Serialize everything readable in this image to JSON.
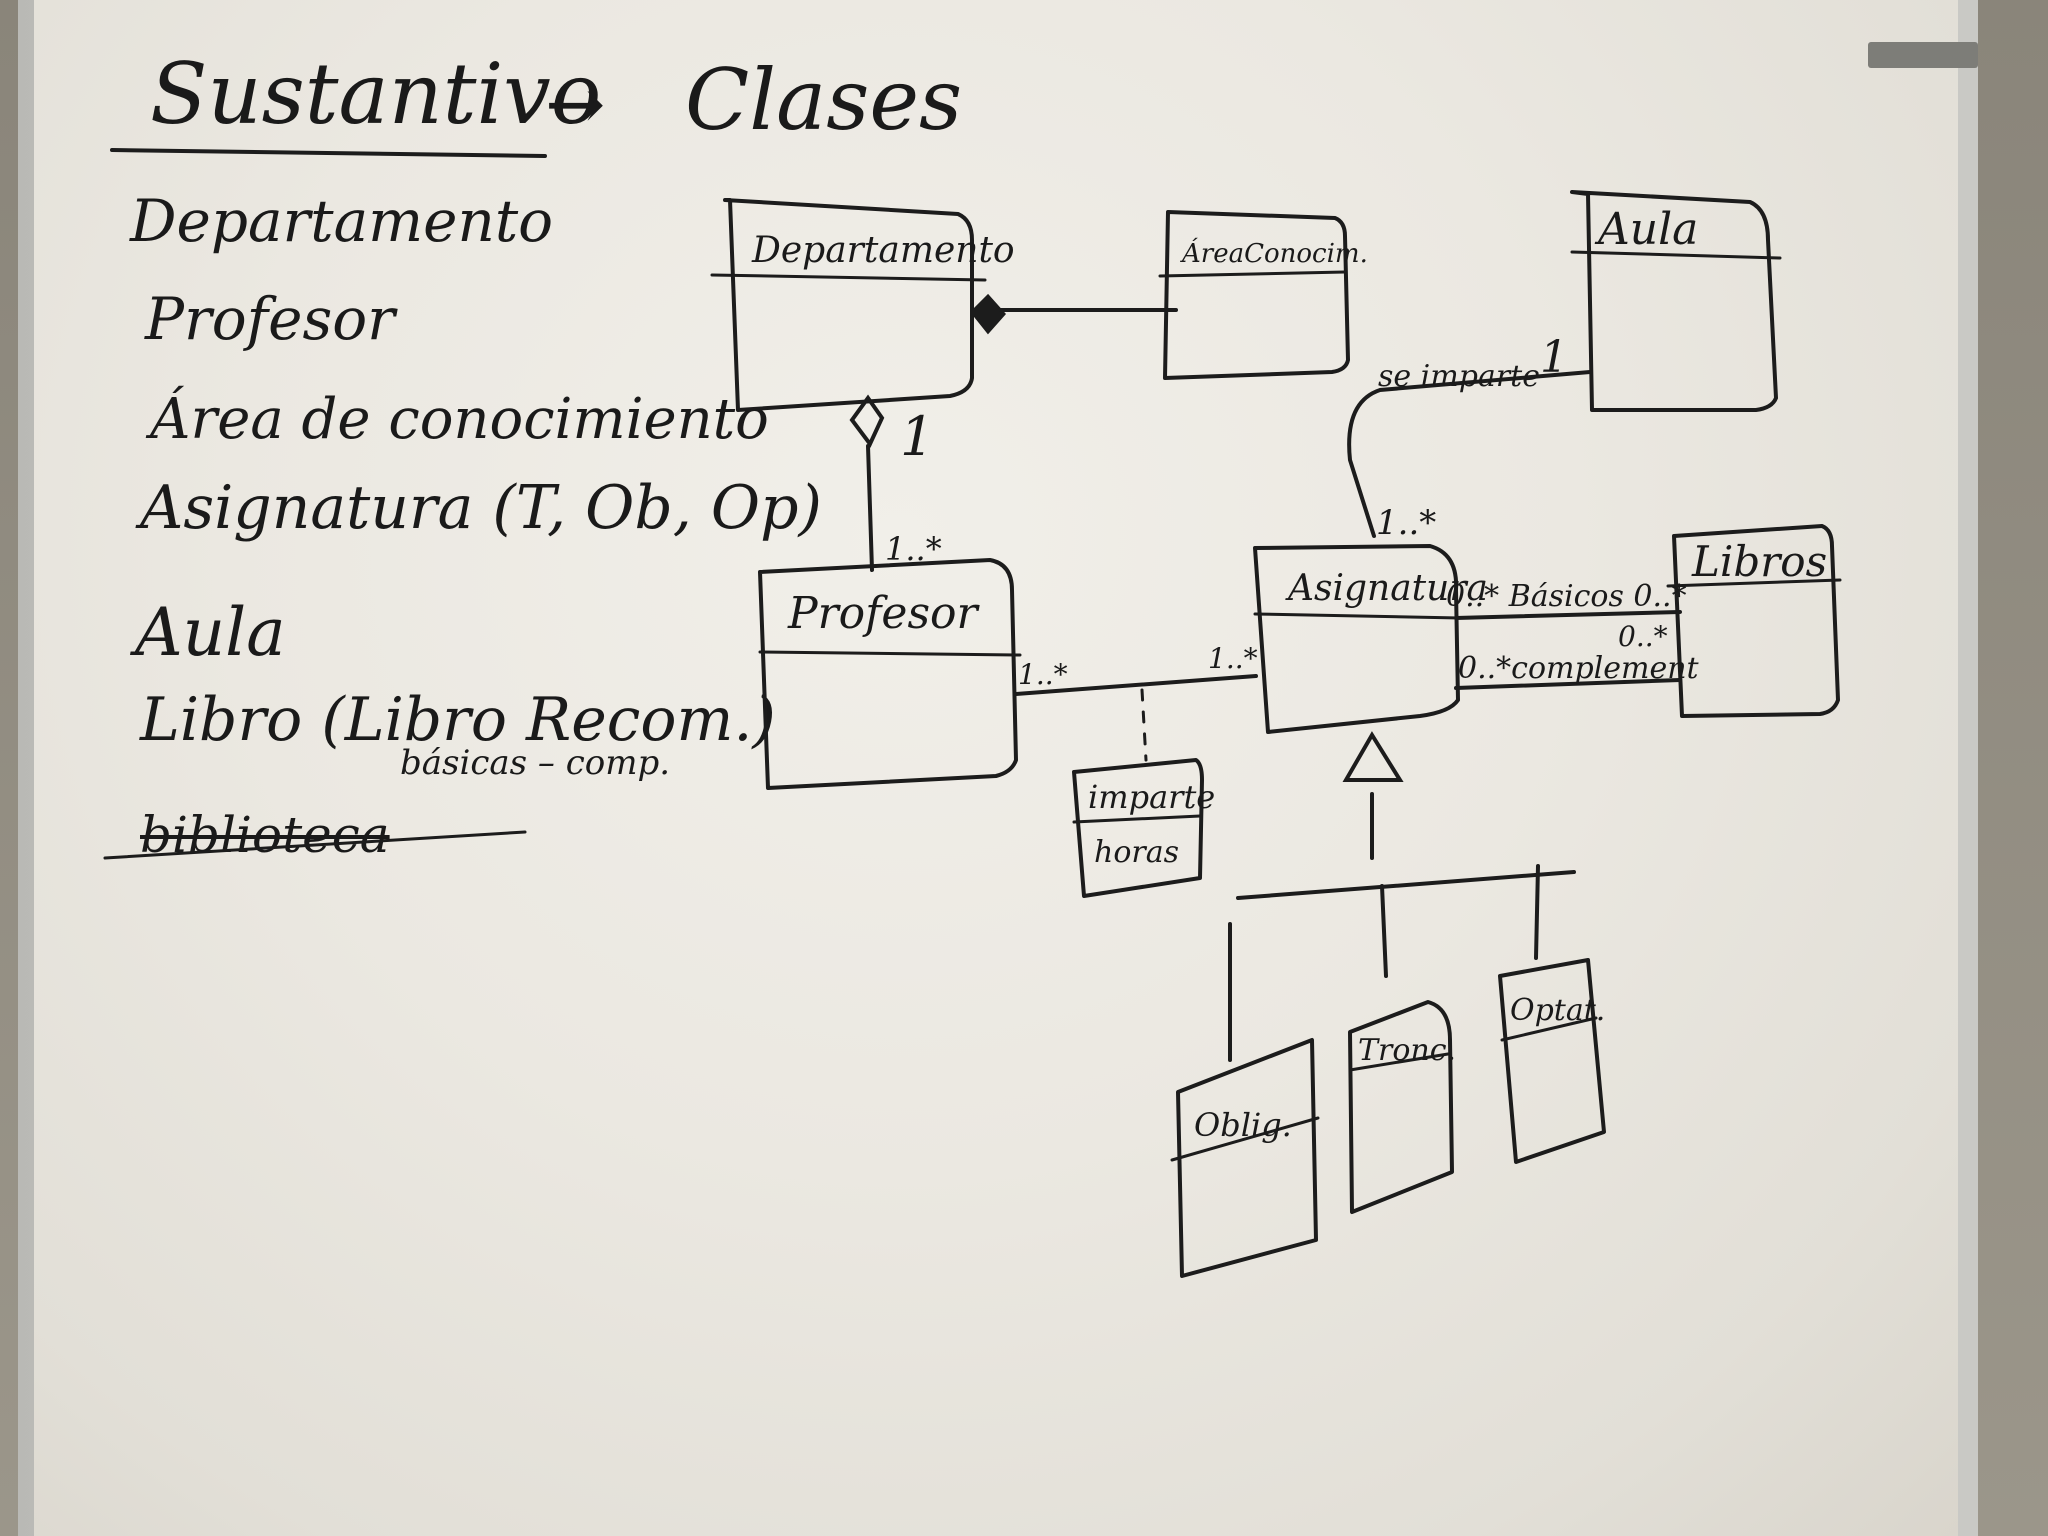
{
  "board": {
    "title": "Sustantivo",
    "arrow": "→",
    "title_target": "Clases",
    "list": [
      "Departamento",
      "Profesor",
      "Área de conocimiento",
      "Asignatura (T, Ob, Op)",
      "Aula",
      "Libro (Libro Recom.)",
      "básicas – comp.",
      "biblioteca"
    ]
  },
  "diagram": {
    "classes": {
      "departamento": "Departamento",
      "area": "ÁreaConocim.",
      "aula": "Aula",
      "profesor": "Profesor",
      "asignatura": "Asignatura",
      "libros": "Libros",
      "imparte_class": "imparte",
      "imparte_attr": "horas",
      "oblig": "Oblig.",
      "tronc": "Tronc.",
      "optat": "Optat."
    },
    "labels": {
      "dept_mult": "1",
      "prof_mult": "1..*",
      "assoc_prof_mult": "1..*",
      "assoc_asig_mult": "1..*",
      "se_imparte": "se imparte",
      "se_imparte_mult": "1",
      "asig_aula_mult": "1..*",
      "basicos": "0..* Básicos 0..*",
      "complement": "0..*complement",
      "complement_mult": "0..*"
    },
    "colors": {
      "ink": "#1c1c1c",
      "board": "#ebe8e1"
    }
  }
}
